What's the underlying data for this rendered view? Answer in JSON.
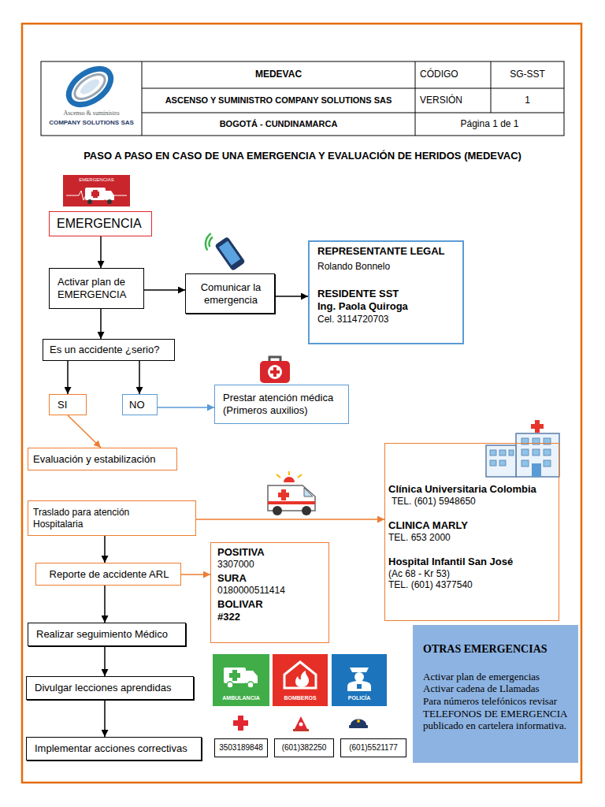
{
  "diagram": {
    "title": "PASO A PASO EN CASO DE UNA EMERGENCIA Y EVALUACIÓN DE HERIDOS (MEDEVAC)",
    "nodes": [
      {
        "text": [
          "EMERGENCIA"
        ]
      },
      {
        "text": [
          "Activar plan de EMERGENCIA"
        ]
      },
      {
        "text": [
          "Comunicar la emergencia"
        ]
      },
      {
        "text": [
          "REPRESENTANTE LEGAL",
          "Rolando Bonnelo",
          "RESIDENTE SST",
          "Ing. Paola Quiroga",
          "Cel. 3114720703"
        ]
      },
      {
        "text": [
          "Es un accidente ¿serio?"
        ]
      },
      {
        "text": [
          "SI"
        ]
      },
      {
        "text": [
          "NO"
        ]
      },
      {
        "text": [
          "Prestar atención médica (Primeros auxilios)"
        ]
      },
      {
        "text": [
          "Evaluación y estabilización"
        ]
      },
      {
        "text": [
          "Clínica Universitaria Colombia",
          "TEL. (601) 5948650",
          "CLINICA MARLY",
          "TEL. 653 2000",
          "Hospital Infantil San José",
          "(Ac 68 - Kr 53)",
          "TEL. (601) 4377540"
        ]
      },
      {
        "text": [
          "Traslado para atención Hospitalaria"
        ]
      },
      {
        "text": [
          "Reporte de accidente ARL"
        ]
      },
      {
        "text": [
          "POSITIVA",
          "3307000",
          "SURA",
          "0180000511414",
          "BOLIVAR",
          "#322"
        ]
      },
      {
        "text": [
          "Realizar seguimiento Médico"
        ]
      },
      {
        "text": [
          "OTRAS EMERGENCIAS",
          "Activar plan de emergencias",
          "Activar cadena de Llamadas",
          "Para números telefónicos revisar TELEFONOS DE EMERGENCIA publicado en cartelera informativa."
        ]
      },
      {
        "text": [
          "Divulgar lecciones aprendidas"
        ]
      },
      {
        "text": [
          "Implementar acciones correctivas"
        ]
      },
      {
        "text": [
          "3503189848"
        ]
      },
      {
        "text": [
          "(601)382250"
        ]
      },
      {
        "text": [
          "(601)5521177"
        ]
      }
    ],
    "edges": [
      {
        "from": 0,
        "to": 1,
        "arrow": "to"
      },
      {
        "from": 1,
        "to": 2,
        "arrow": "to"
      },
      {
        "from": 2,
        "to": 3,
        "arrow": "to"
      },
      {
        "from": 1,
        "to": 4,
        "arrow": "to"
      },
      {
        "from": 4,
        "to": 5,
        "arrow": "to"
      },
      {
        "from": 4,
        "to": 6,
        "arrow": "to"
      },
      {
        "from": 6,
        "to": 7,
        "arrow": "to"
      },
      {
        "from": 5,
        "to": 8,
        "arrow": "to"
      },
      {
        "from": 10,
        "to": 9,
        "arrow": "to"
      },
      {
        "from": 10,
        "to": 11,
        "arrow": "to"
      },
      {
        "from": 11,
        "to": 12,
        "arrow": "to"
      },
      {
        "from": 11,
        "to": 13,
        "arrow": "to"
      },
      {
        "from": 13,
        "to": 15,
        "arrow": "to"
      },
      {
        "from": 15,
        "to": 16,
        "arrow": "to"
      }
    ],
    "labels": [
      "Ascenso & suministro",
      "COMPANY SOLUTIONS SAS",
      "MEDEVAC",
      "CÓDIGO",
      "SG-SST",
      "ASCENSO Y SUMINISTRO COMPANY SOLUTIONS SAS",
      "VERSIÓN",
      "1",
      "BOGOTÁ - CUNDINAMARCA",
      "Página 1 de 1",
      "EMERGENCIAS",
      "AMBULANCIA",
      "BOMBEROS",
      "POLICÍA"
    ]
  }
}
